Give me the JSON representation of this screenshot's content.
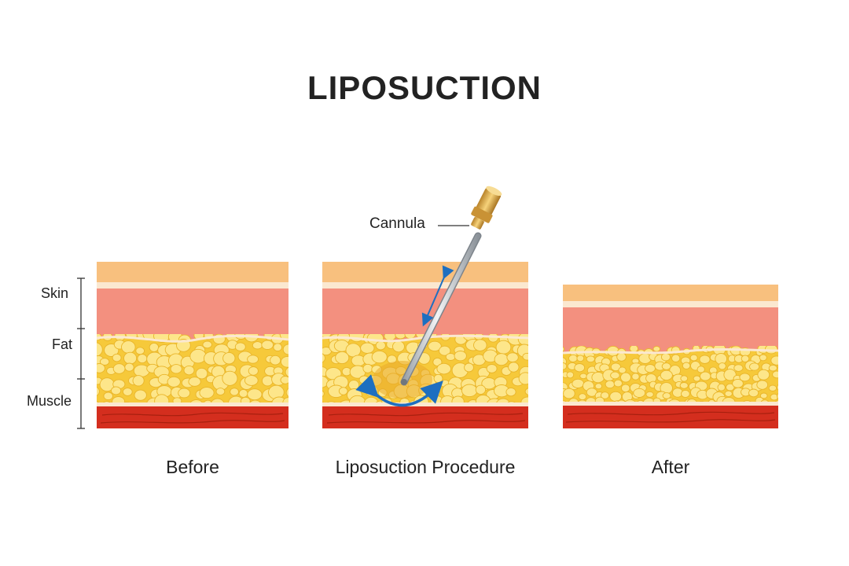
{
  "title": "LIPOSUCTION",
  "layer_labels": [
    "Skin",
    "Fat",
    "Muscle"
  ],
  "cannula_label": "Cannula",
  "panels": [
    {
      "caption": "Before"
    },
    {
      "caption": "Liposuction Procedure"
    },
    {
      "caption": "After"
    }
  ],
  "colors": {
    "epidermis": "#f8c07e",
    "dermis_line": "#fbe8d0",
    "dermis": "#f3907f",
    "fat": "#f9d548",
    "fat_cell": "#fde68a",
    "muscle": "#d42e1e",
    "cannula_tip": "#d9a43c",
    "arrow": "#1e6fc0"
  }
}
